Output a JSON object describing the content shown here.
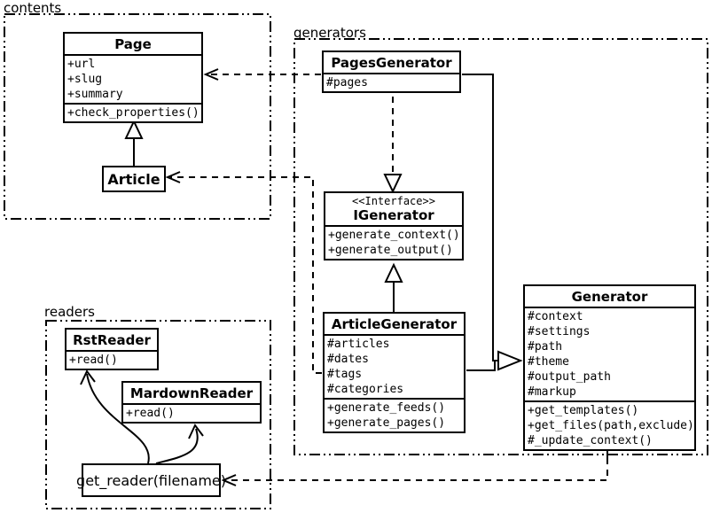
{
  "diagram": {
    "colors": {
      "line": "#000000",
      "background": "#ffffff"
    },
    "packages": {
      "contents": {
        "label": "contents"
      },
      "generators": {
        "label": "generators"
      },
      "readers": {
        "label": "readers"
      }
    },
    "classes": {
      "page": {
        "name": "Page",
        "attributes": [
          "+url",
          "+slug",
          "+summary"
        ],
        "methods": [
          "+check_properties()"
        ]
      },
      "article": {
        "name": "Article"
      },
      "pages_generator": {
        "name": "PagesGenerator",
        "attributes": [
          "#pages"
        ]
      },
      "igenerator": {
        "stereotype": "<<Interface>>",
        "name": "IGenerator",
        "methods": [
          "+generate_context()",
          "+generate_output()"
        ]
      },
      "article_generator": {
        "name": "ArticleGenerator",
        "attributes": [
          "#articles",
          "#dates",
          "#tags",
          "#categories"
        ],
        "methods": [
          "+generate_feeds()",
          "+generate_pages()"
        ]
      },
      "generator": {
        "name": "Generator",
        "attributes": [
          "#context",
          "#settings",
          "#path",
          "#theme",
          "#output_path",
          "#markup"
        ],
        "methods": [
          "+get_templates()",
          "+get_files(path,exclude)",
          "#_update_context()"
        ]
      },
      "rst_reader": {
        "name": "RstReader",
        "methods": [
          "+read()"
        ]
      },
      "mardown_reader": {
        "name": "MardownReader",
        "methods": [
          "+read()"
        ]
      },
      "get_reader": {
        "label": "get_reader(filename)"
      }
    }
  }
}
